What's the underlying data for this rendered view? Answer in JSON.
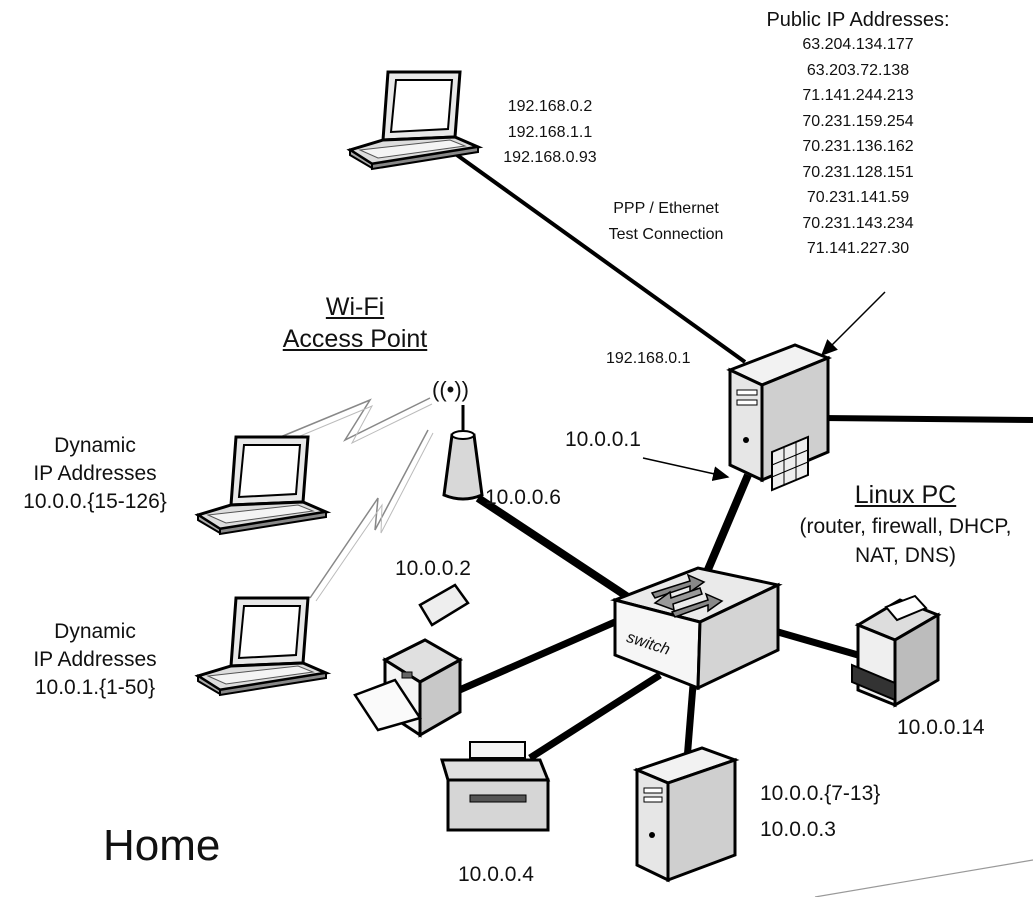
{
  "public_ip": {
    "heading": "Public IP Addresses:",
    "addresses": [
      "63.204.134.177",
      "63.203.72.138",
      "71.141.244.213",
      "70.231.159.254",
      "70.231.136.162",
      "70.231.128.151",
      "70.231.141.59",
      "70.231.143.234",
      "71.141.227.30"
    ]
  },
  "test_laptop": {
    "ips": [
      "192.168.0.2",
      "192.168.1.1",
      "192.168.0.93"
    ]
  },
  "test_link": {
    "line1": "PPP / Ethernet",
    "line2": "Test Connection"
  },
  "router_outer_ip": "192.168.0.1",
  "router_inner_ip": "10.0.0.1",
  "wifi": {
    "line1": "Wi-Fi",
    "line2": "Access Point",
    "ip": "10.0.0.6",
    "signal_glyph": "((•))"
  },
  "dynamic1": {
    "line1": "Dynamic",
    "line2": "IP Addresses",
    "range": "10.0.0.{15-126}"
  },
  "dynamic2": {
    "line1": "Dynamic",
    "line2": "IP Addresses",
    "range": "10.0.1.{1-50}"
  },
  "linux_pc": {
    "title": "Linux PC",
    "desc1": "(router, firewall, DHCP,",
    "desc2": "NAT, DNS)"
  },
  "switch_label": "switch",
  "printer_left_ip": "10.0.0.2",
  "printer_right_ip": "10.0.0.14",
  "printer_bottom_ip": "10.0.0.4",
  "server_bottom": {
    "ip1": "10.0.0.{7-13}",
    "ip2": "10.0.0.3"
  },
  "home_label": "Home"
}
